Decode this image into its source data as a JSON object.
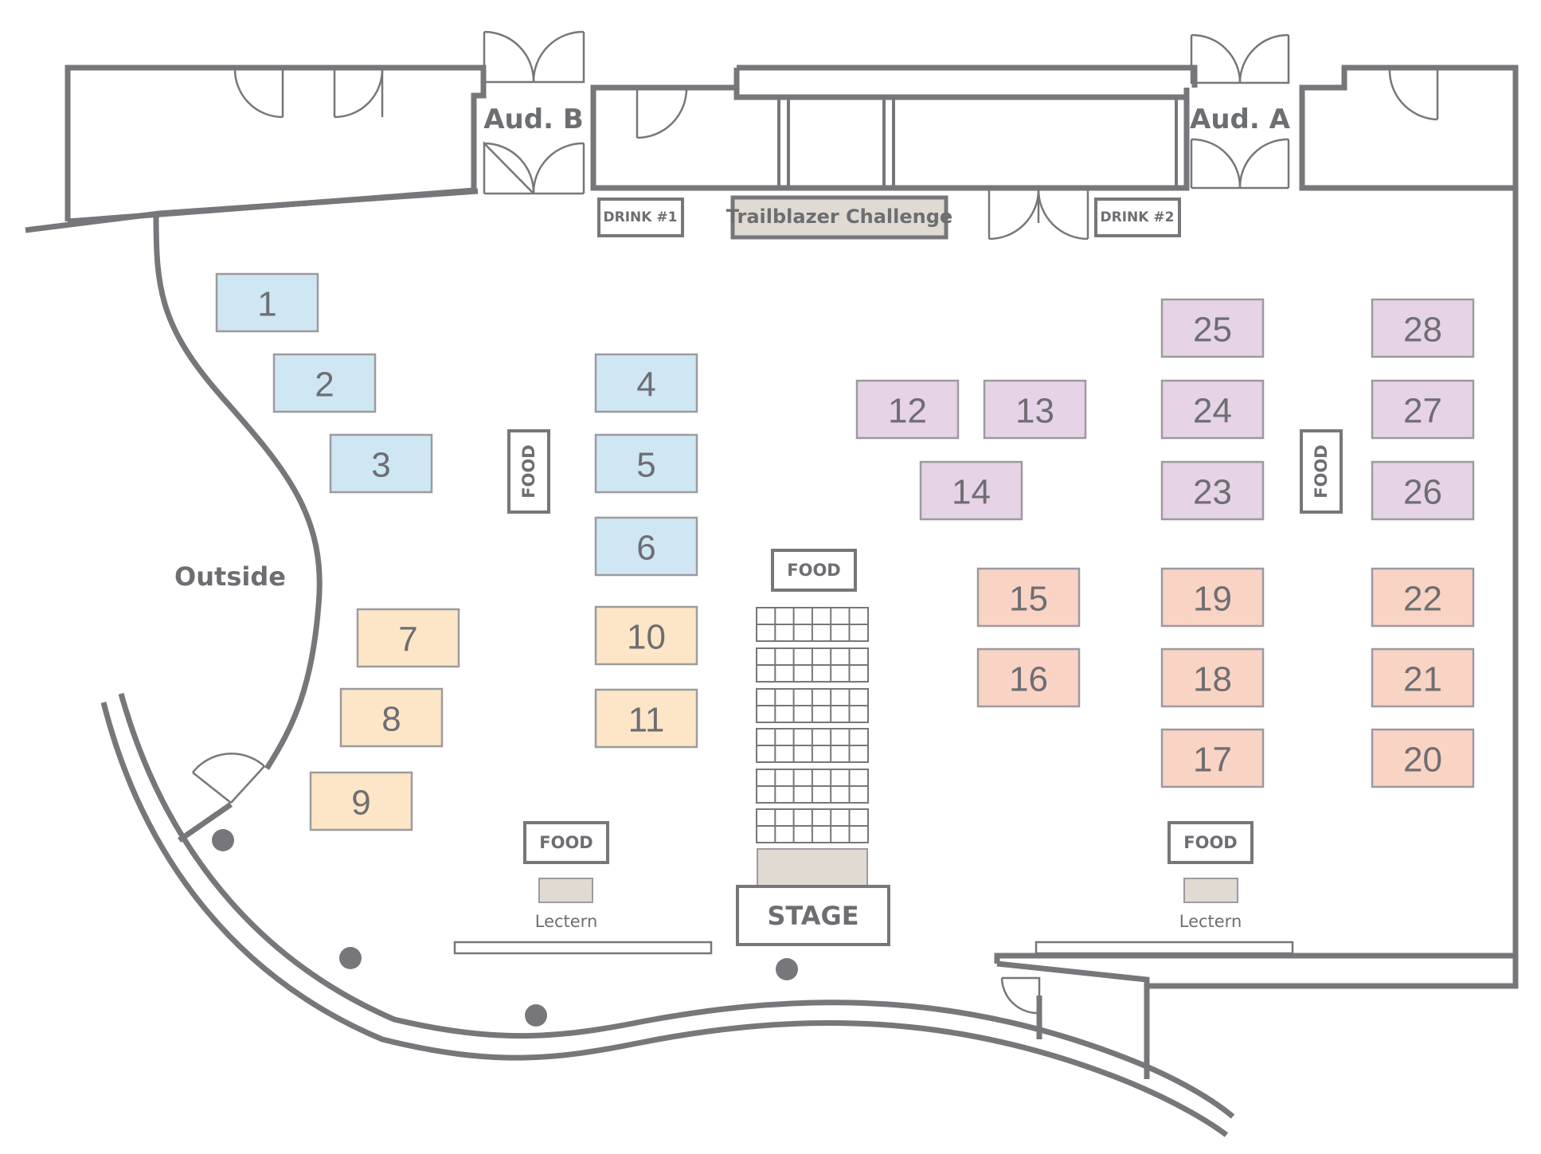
{
  "colors": {
    "wall": "#77777b",
    "text": "#6d6e72",
    "blue_fill": "#cfe7f3",
    "yellow_fill": "#fde6c8",
    "purple_fill": "#e6d3e6",
    "salmon_fill": "#f9d3c4",
    "tan_fill": "#e0dad3",
    "booth_stroke": "#9b9b9f"
  },
  "rooms": {
    "aud_b": "Aud. B",
    "aud_a": "Aud. A",
    "outside": "Outside"
  },
  "stations": {
    "drink_1": "DRINK #1",
    "drink_2": "DRINK #2",
    "trailblazer": "Trailblazer Challenge",
    "food": "FOOD",
    "stage": "STAGE",
    "lectern": "Lectern"
  },
  "booths": [
    {
      "id": "1",
      "zone": "blue"
    },
    {
      "id": "2",
      "zone": "blue"
    },
    {
      "id": "3",
      "zone": "blue"
    },
    {
      "id": "4",
      "zone": "blue"
    },
    {
      "id": "5",
      "zone": "blue"
    },
    {
      "id": "6",
      "zone": "blue"
    },
    {
      "id": "7",
      "zone": "yellow"
    },
    {
      "id": "8",
      "zone": "yellow"
    },
    {
      "id": "9",
      "zone": "yellow"
    },
    {
      "id": "10",
      "zone": "yellow"
    },
    {
      "id": "11",
      "zone": "yellow"
    },
    {
      "id": "12",
      "zone": "purple"
    },
    {
      "id": "13",
      "zone": "purple"
    },
    {
      "id": "14",
      "zone": "purple"
    },
    {
      "id": "15",
      "zone": "salmon"
    },
    {
      "id": "16",
      "zone": "salmon"
    },
    {
      "id": "17",
      "zone": "salmon"
    },
    {
      "id": "18",
      "zone": "salmon"
    },
    {
      "id": "19",
      "zone": "salmon"
    },
    {
      "id": "20",
      "zone": "salmon"
    },
    {
      "id": "21",
      "zone": "salmon"
    },
    {
      "id": "22",
      "zone": "salmon"
    },
    {
      "id": "23",
      "zone": "purple"
    },
    {
      "id": "24",
      "zone": "purple"
    },
    {
      "id": "25",
      "zone": "purple"
    },
    {
      "id": "26",
      "zone": "purple"
    },
    {
      "id": "27",
      "zone": "purple"
    },
    {
      "id": "28",
      "zone": "purple"
    }
  ]
}
